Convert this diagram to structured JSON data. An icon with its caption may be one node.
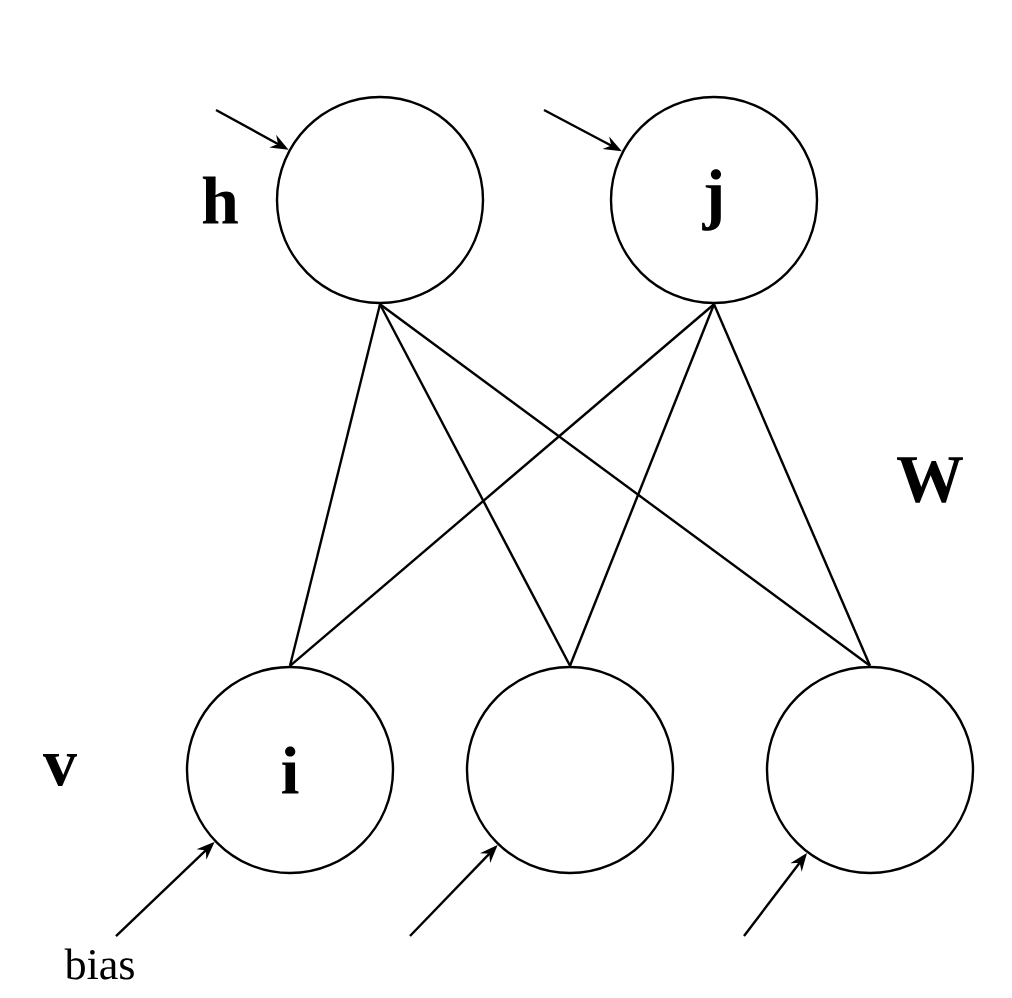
{
  "diagram": {
    "nodes": [
      {
        "text": [],
        "shape": "circle"
      },
      {
        "text": [
          "j"
        ]
      },
      {
        "text": [
          "i"
        ]
      },
      {
        "text": [],
        "shape": "circle"
      },
      {
        "text": [],
        "shape": "circle"
      },
      {
        "text": [
          "bias"
        ]
      }
    ],
    "edges": [
      {
        "from": 0,
        "to": 2,
        "arrow": "none"
      },
      {
        "from": 0,
        "to": 3,
        "arrow": "none"
      },
      {
        "from": 0,
        "to": 4,
        "arrow": "none"
      },
      {
        "from": 1,
        "to": 2,
        "arrow": "none"
      },
      {
        "from": 1,
        "to": 3,
        "arrow": "none"
      },
      {
        "from": 1,
        "to": 4,
        "arrow": "none"
      },
      {
        "from": null,
        "to": 0,
        "arrow": "to"
      },
      {
        "from": null,
        "to": 1,
        "arrow": "to"
      },
      {
        "from": 5,
        "to": 2,
        "arrow": "to"
      },
      {
        "from": null,
        "to": 3,
        "arrow": "to"
      },
      {
        "from": null,
        "to": 4,
        "arrow": "to"
      }
    ],
    "labels": [
      "h",
      "W",
      "v"
    ]
  }
}
